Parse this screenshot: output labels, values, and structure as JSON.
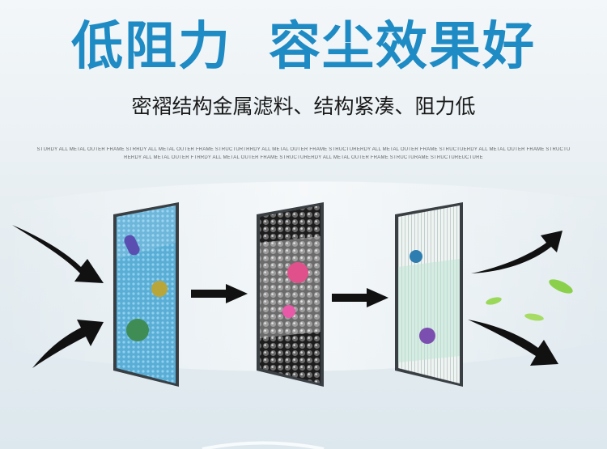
{
  "headline": {
    "part1": "低阻力",
    "part2": "容尘效果好"
  },
  "subtitle": "密褶结构金属滤料、结构紧凑、阻力低",
  "fine_print": {
    "line1": "STURDY ALL METAL OUTER FRAME STRRDY ALL METAL OUTER FRAME STRUCTURTRRDY ALL METAL OUTER FRAME STRUCTURERDY ALL METAL OUTER FRAME STRUCTUERDY ALL METAL OUTER FRAME STRUCTU",
    "line2": "RERDY ALL METAL OUTER FTRRDY ALL METAL OUTER FRAME STRUCTURERDY ALL METAL OUTER FRAME STRUCTURAME STRUCTUREUCTURE"
  },
  "colors": {
    "headline": "#1f8bc4",
    "filter1": "#4fa3cf",
    "filter2": "#2a2a2a",
    "filter3": "#e9f0f0",
    "arrow": "#111111",
    "leaf": "#8bd04a"
  },
  "icons": [
    "curved-arrow-icon",
    "straight-arrow-icon",
    "virus-icon",
    "leaf-icon"
  ]
}
